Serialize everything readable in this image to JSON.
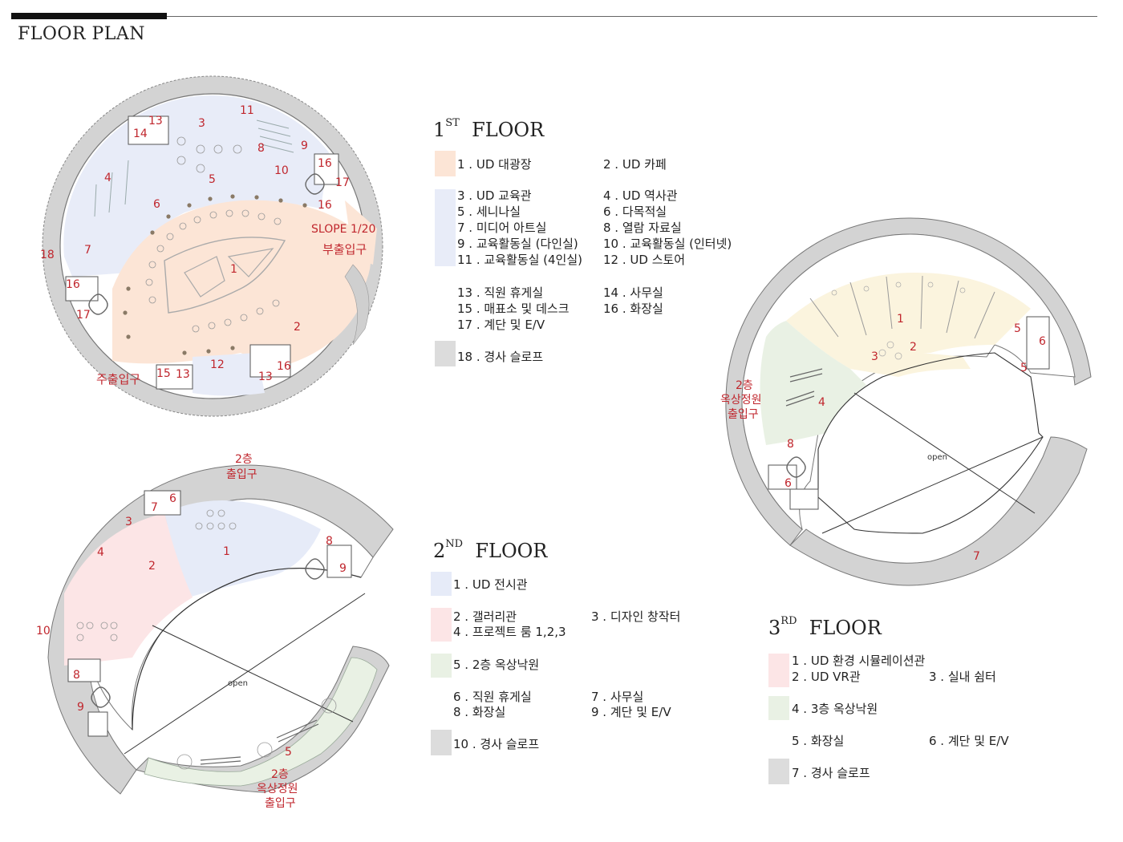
{
  "page": {
    "title": "FLOOR PLAN"
  },
  "colors": {
    "orange": "#fce8da",
    "blue": "#e6ebf8",
    "pink": "#fce5e6",
    "green": "#e9f1e4",
    "yellow": "#fbf4de",
    "gray": "#dcdcdc",
    "wall": "#c9c9c9",
    "label_red": "#c0262d"
  },
  "floor1": {
    "heading_num": "1",
    "heading_sup": "ST",
    "heading_word": "FLOOR",
    "legend": {
      "l1": "1 . UD 대광장",
      "l2": "2 . UD 카페",
      "l3": "3 . UD 교육관",
      "l4": "4 . UD 역사관",
      "l5": "5 . 세니나실",
      "l6": "6 . 다목적실",
      "l7": "7 . 미디어 아트실",
      "l8": "8 . 열람 자료실",
      "l9": "9 . 교육활동실 (다인실)",
      "l10": "10 . 교육활동실 (인터넷)",
      "l11": "11 . 교육활동실 (4인실)",
      "l12": "12 . UD 스토어",
      "l13": "13 . 직원 휴게실",
      "l14": "14 . 사무실",
      "l15": "15 . 매표소 및 데스크",
      "l16": "16 . 화장실",
      "l17": "17 . 계단 및  E/V",
      "l18": "18 . 경사 슬로프"
    },
    "plan": {
      "n1": "1",
      "n2": "2",
      "n3": "3",
      "n4": "4",
      "n5": "5",
      "n6": "6",
      "n7": "7",
      "n8": "8",
      "n9": "9",
      "n10": "10",
      "n11": "11",
      "n12": "12",
      "n13a": "13",
      "n13b": "13",
      "n13c": "13",
      "n14": "14",
      "n15": "15",
      "n16a": "16",
      "n16b": "16",
      "n16c": "16",
      "n16d": "16",
      "n17a": "17",
      "n17b": "17",
      "n18": "18",
      "slope": "SLOPE 1/20",
      "sub_entrance": "부출입구",
      "main_entrance": "주출입구"
    }
  },
  "floor2": {
    "heading_num": "2",
    "heading_sup": "ND",
    "heading_word": "FLOOR",
    "legend": {
      "l1": "1 . UD 전시관",
      "l2": "2 . 갤러리관",
      "l3": "3 . 디자인 창작터",
      "l4": "4 . 프로젝트 룸 1,2,3",
      "l5": "5 . 2층 옥상낙원",
      "l6": "6 . 직원 휴게실",
      "l7": "7 . 사무실",
      "l8": "8 . 화장실",
      "l9": "9 . 계단 및  E/V",
      "l10": "10 . 경사 슬로프"
    },
    "plan": {
      "n1": "1",
      "n2": "2",
      "n3": "3",
      "n4": "4",
      "n5": "5",
      "n6": "6",
      "n7": "7",
      "n8a": "8",
      "n8b": "8",
      "n9a": "9",
      "n9b": "9",
      "n10": "10",
      "open": "open",
      "top_entry_1": "2층",
      "top_entry_2": "출입구",
      "garden_entry_1": "2층",
      "garden_entry_2": "옥상정원",
      "garden_entry_3": "출입구"
    }
  },
  "floor3": {
    "heading_num": "3",
    "heading_sup": "RD",
    "heading_word": "FLOOR",
    "legend": {
      "l1": "1 . UD 환경 시뮬레이션관",
      "l2": "2 . UD VR관",
      "l3": "3 . 실내 쉼터",
      "l4": "4 . 3층 옥상낙원",
      "l5": "5 . 화장실",
      "l6": "6 . 계단 및  E/V",
      "l7": "7 . 경사 슬로프"
    },
    "plan": {
      "n1": "1",
      "n2": "2",
      "n3": "3",
      "n4": "4",
      "n5a": "5",
      "n5b": "5",
      "n6a": "6",
      "n6b": "6",
      "n7": "7",
      "n8": "8",
      "open": "open",
      "garden_entry_1": "2층",
      "garden_entry_2": "옥상정원",
      "garden_entry_3": "출입구"
    }
  }
}
